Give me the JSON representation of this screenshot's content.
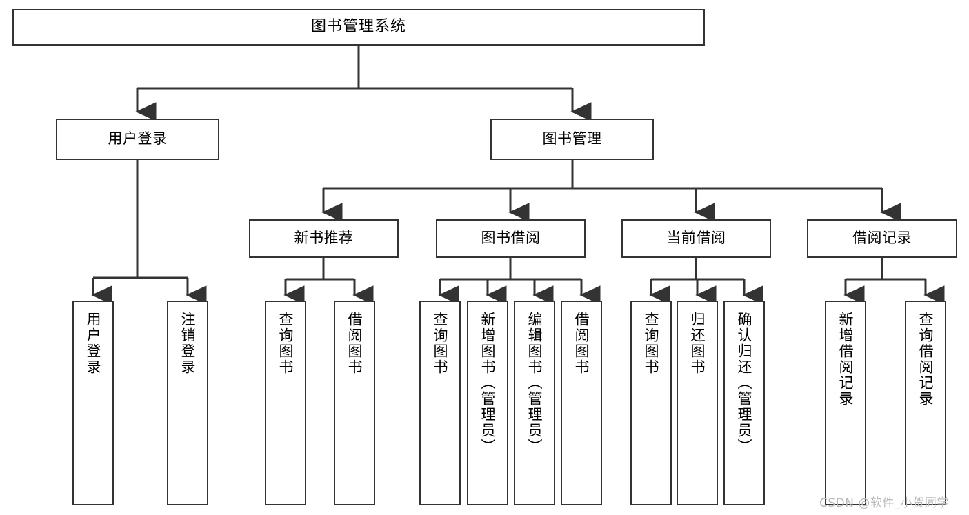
{
  "diagram": {
    "title": "图书管理系统",
    "type": "tree-hierarchy",
    "root": {
      "label": "图书管理系统"
    },
    "level2": [
      {
        "label": "用户登录"
      },
      {
        "label": "图书管理"
      }
    ],
    "level3": [
      {
        "label": "新书推荐"
      },
      {
        "label": "图书借阅"
      },
      {
        "label": "当前借阅"
      },
      {
        "label": "借阅记录"
      }
    ],
    "leaves": {
      "user_login": [
        {
          "label": "用户登录"
        },
        {
          "label": "注销登录"
        }
      ],
      "new_book_recommend": [
        {
          "label": "查询图书"
        },
        {
          "label": "借阅图书"
        }
      ],
      "book_borrow": [
        {
          "label": "查询图书"
        },
        {
          "label": "新增图书（管理员）"
        },
        {
          "label": "编辑图书（管理员）"
        },
        {
          "label": "借阅图书"
        }
      ],
      "current_borrow": [
        {
          "label": "查询图书"
        },
        {
          "label": "归还图书"
        },
        {
          "label": "确认归还（管理员）"
        }
      ],
      "borrow_record": [
        {
          "label": "新增借阅记录"
        },
        {
          "label": "查询借阅记录"
        }
      ]
    }
  },
  "watermark": {
    "text": "CSDN @软件_小贺同学"
  },
  "colors": {
    "stroke": "#333333",
    "background": "#ffffff",
    "text": "#000000",
    "watermark": "#b9b9b9"
  }
}
